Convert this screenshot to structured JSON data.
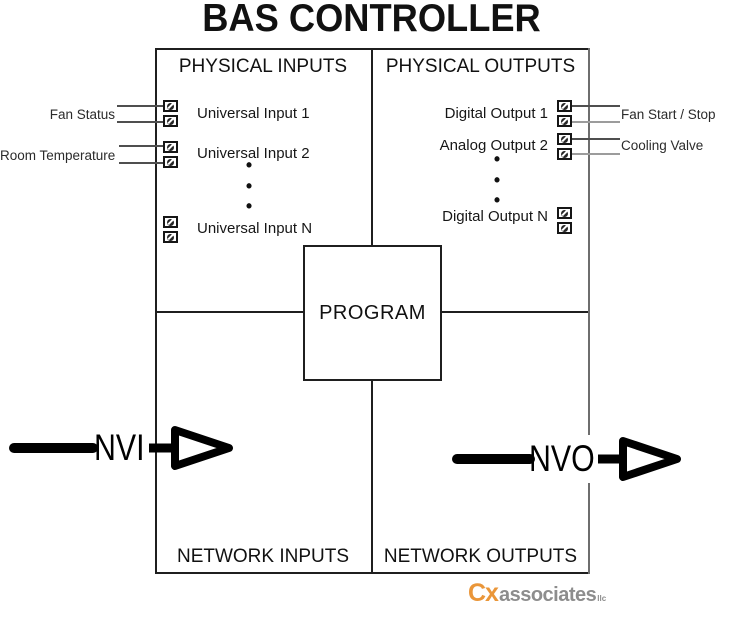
{
  "diagram": {
    "title": "BAS CONTROLLER",
    "quadrants": {
      "physical_inputs": "PHYSICAL INPUTS",
      "physical_outputs": "PHYSICAL OUTPUTS",
      "network_inputs": "NETWORK INPUTS",
      "network_outputs": "NETWORK OUTPUTS"
    },
    "program": "PROGRAM",
    "physical_inputs": {
      "rows": [
        {
          "port": "Universal Input 1",
          "external_label": "Fan Status"
        },
        {
          "port": "Universal Input 2",
          "external_label": "Room Temperature"
        },
        {
          "port": "Universal Input N"
        }
      ]
    },
    "physical_outputs": {
      "rows": [
        {
          "port": "Digital Output 1",
          "external_label": "Fan Start / Stop"
        },
        {
          "port": "Analog Output 2",
          "external_label": "Cooling Valve"
        },
        {
          "port": "Digital Output N"
        }
      ]
    },
    "arrows": {
      "network_input": "NVI",
      "network_output": "NVO"
    },
    "ellipsis_dot": "•"
  },
  "logo": {
    "brand": "Cx",
    "name": "associates",
    "suffix": "llc"
  },
  "colors": {
    "ink": "#1a1a1a",
    "wire": "#4f4f4f",
    "wire_gray": "#9c9c9c",
    "right_border": "#6e6e6e",
    "logo_orange": "#EA9639",
    "logo_gray": "#8d8d8d"
  }
}
